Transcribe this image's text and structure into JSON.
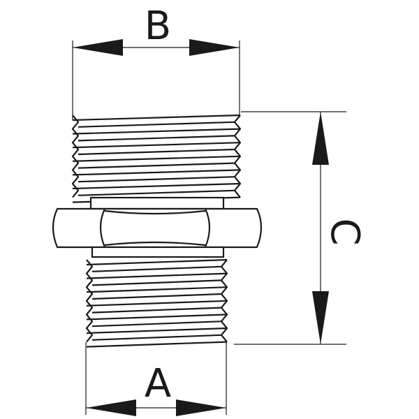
{
  "diagram": {
    "labels": {
      "a": "A",
      "b": "B",
      "c": "C"
    },
    "colors": {
      "stroke": "#1a1a1a",
      "fill": "#ffffff"
    },
    "icons": {
      "fitting": "hex-nipple-fitting-icon"
    }
  }
}
